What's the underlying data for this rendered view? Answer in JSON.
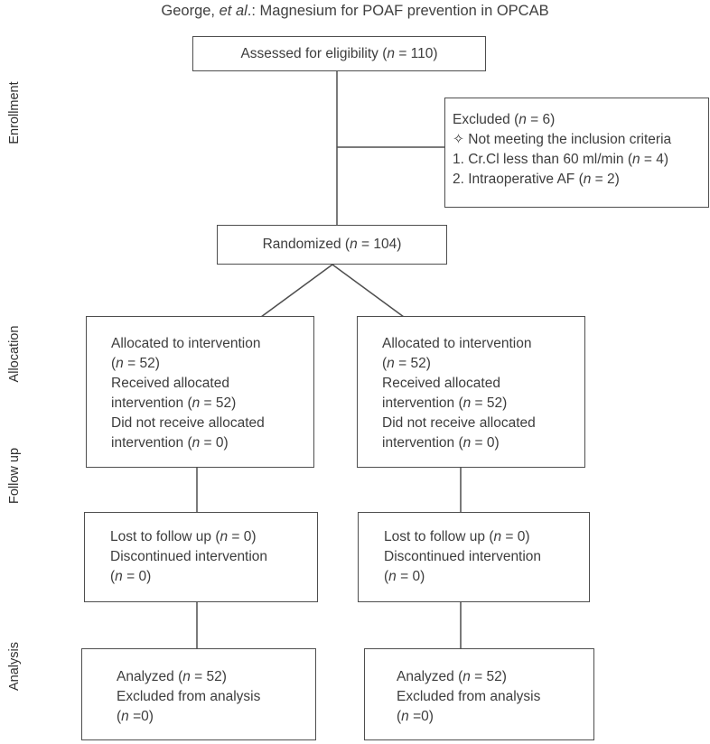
{
  "title": "George, *et al*.: Magnesium for POAF prevention in OPCAB",
  "side_labels": {
    "enrollment": "Enrollment",
    "allocation": "Allocation",
    "follow_up": "Follow up",
    "analysis": "Analysis"
  },
  "boxes": {
    "assessed": {
      "lines": [
        "Assessed for eligibility (*n* = 110)"
      ]
    },
    "excluded": {
      "lines": [
        "Excluded (*n* = 6)",
        "✧ Not meeting the inclusion criteria",
        "1. Cr.Cl less than 60 ml/min (*n* = 4)",
        "2. Intraoperative AF (*n* = 2)"
      ]
    },
    "randomized": {
      "lines": [
        "Randomized (*n* = 104)"
      ]
    },
    "allocation_left": {
      "lines": [
        "Allocated to intervention",
        "(*n* = 52)",
        "Received allocated",
        "intervention (*n* = 52)",
        "Did not receive allocated",
        "intervention (*n* = 0)"
      ]
    },
    "allocation_right": {
      "lines": [
        "Allocated to intervention",
        "(*n* = 52)",
        "Received allocated",
        "intervention (*n* = 52)",
        "Did not receive allocated",
        "intervention (*n* = 0)"
      ]
    },
    "follow_up_left": {
      "lines": [
        "Lost to follow up (*n* = 0)",
        "Discontinued intervention",
        "(*n* = 0)"
      ]
    },
    "follow_up_right": {
      "lines": [
        "Lost to follow up (*n* = 0)",
        "Discontinued intervention",
        "(*n* = 0)"
      ]
    },
    "analysis_left": {
      "lines": [
        "Analyzed (*n* = 52)",
        "Excluded from analysis",
        "(*n* =0)"
      ]
    },
    "analysis_right": {
      "lines": [
        "Analyzed (*n* = 52)",
        "Excluded from analysis",
        "(*n* =0)"
      ]
    }
  },
  "colors": {
    "line": "#4e4e4e",
    "text": "#3d3d3d",
    "background": "#ffffff"
  }
}
